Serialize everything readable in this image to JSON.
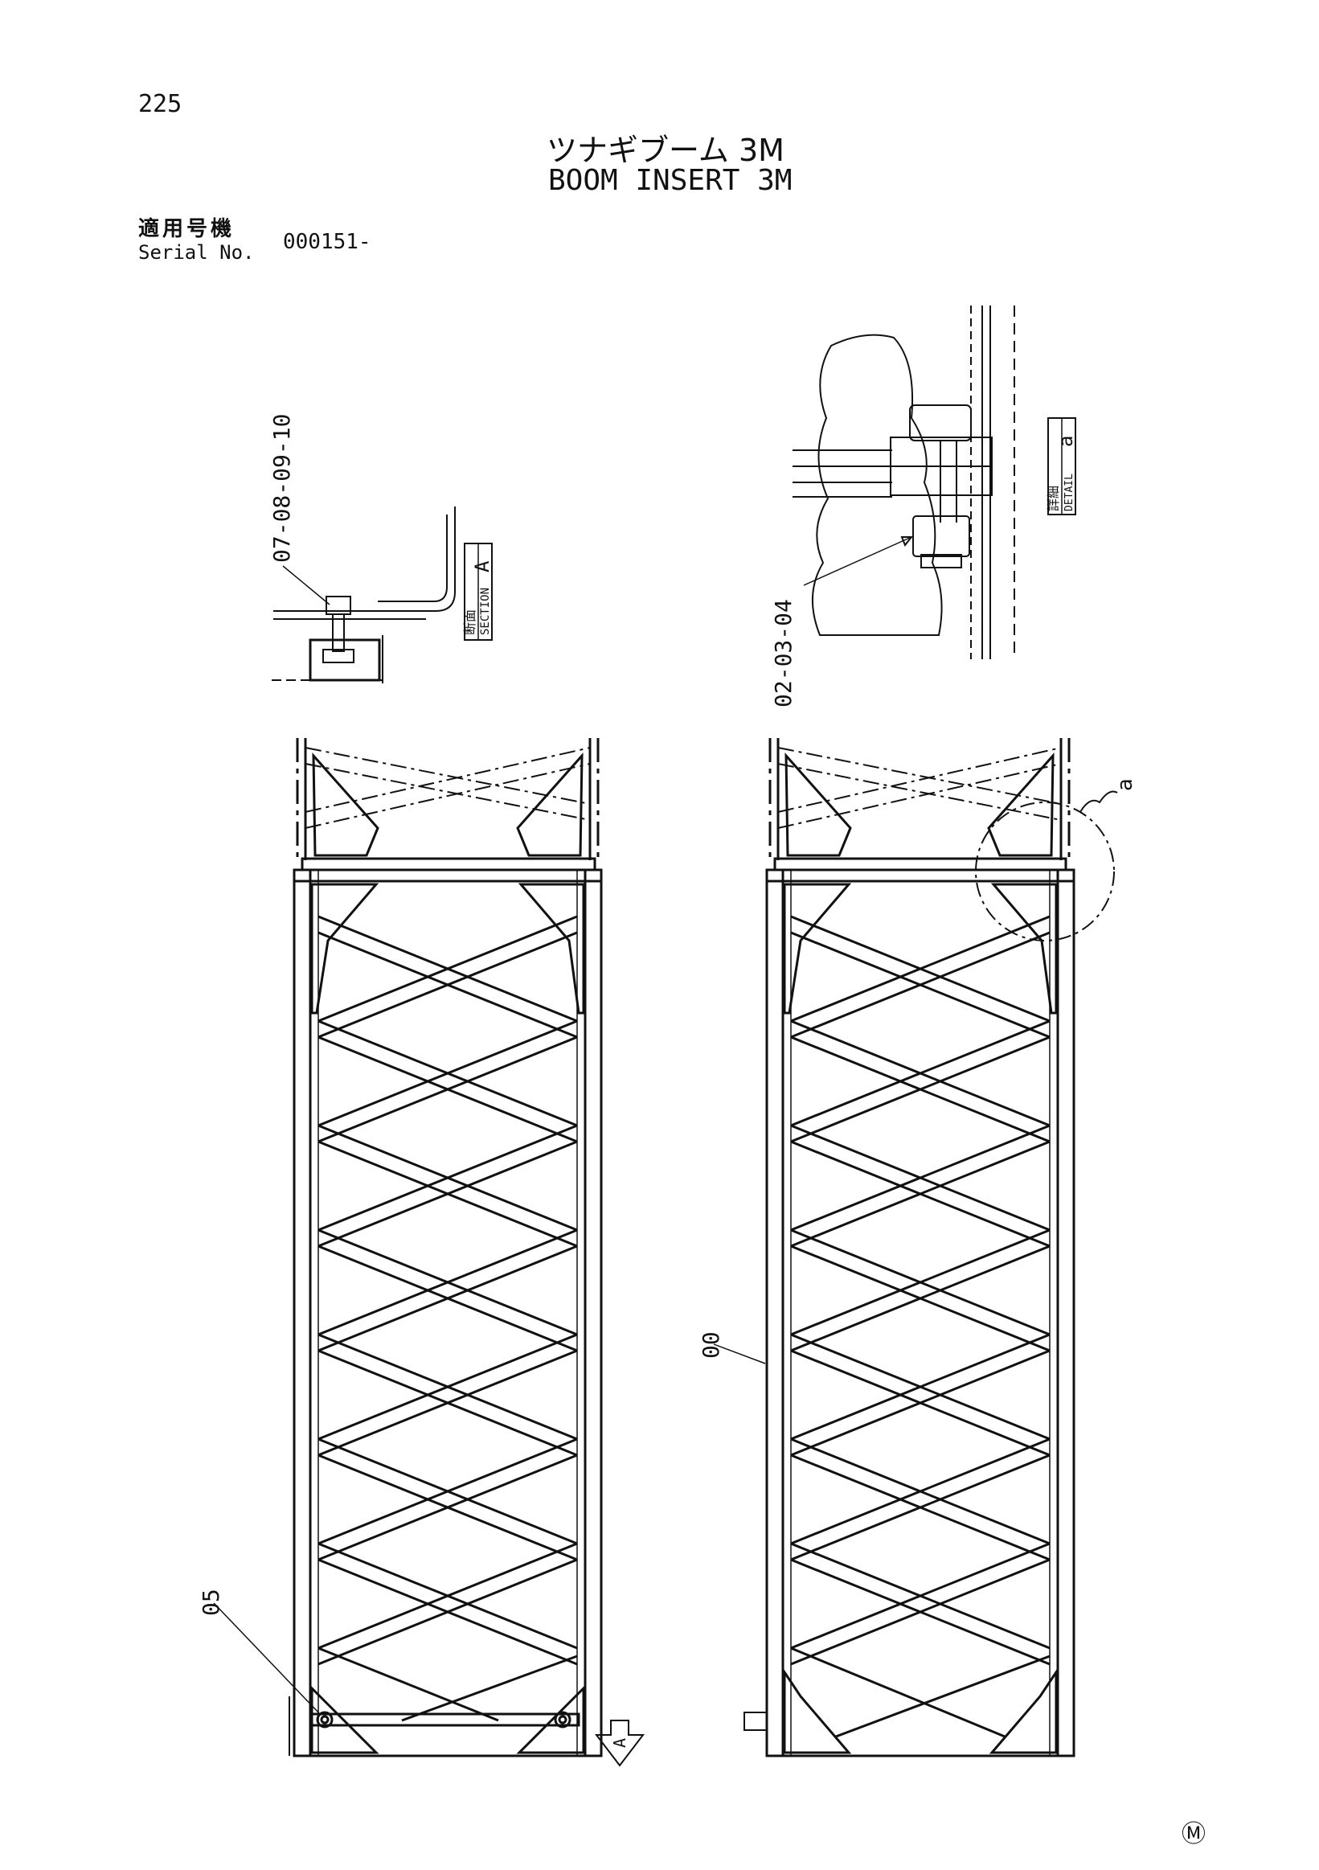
{
  "page": {
    "number": "225"
  },
  "title": {
    "jp": "ツナギブーム 3M",
    "en": "BOOM INSERT 3M"
  },
  "serial": {
    "jp_label": "適用号機",
    "en_label": "Serial No.",
    "value": "000151-"
  },
  "callouts": {
    "section_parts": "07-08-09-10",
    "detail_parts": "02-03-04",
    "frame_part": "00",
    "pin_part": "05"
  },
  "views": {
    "section": {
      "jp": "断面",
      "en": "SECTION",
      "letter": "A"
    },
    "detail": {
      "jp": "詳細",
      "en": "DETAIL",
      "letter": "a"
    },
    "detail_marker": "a",
    "section_arrow": "A"
  },
  "footer": {
    "mark": "Ⓜ"
  }
}
